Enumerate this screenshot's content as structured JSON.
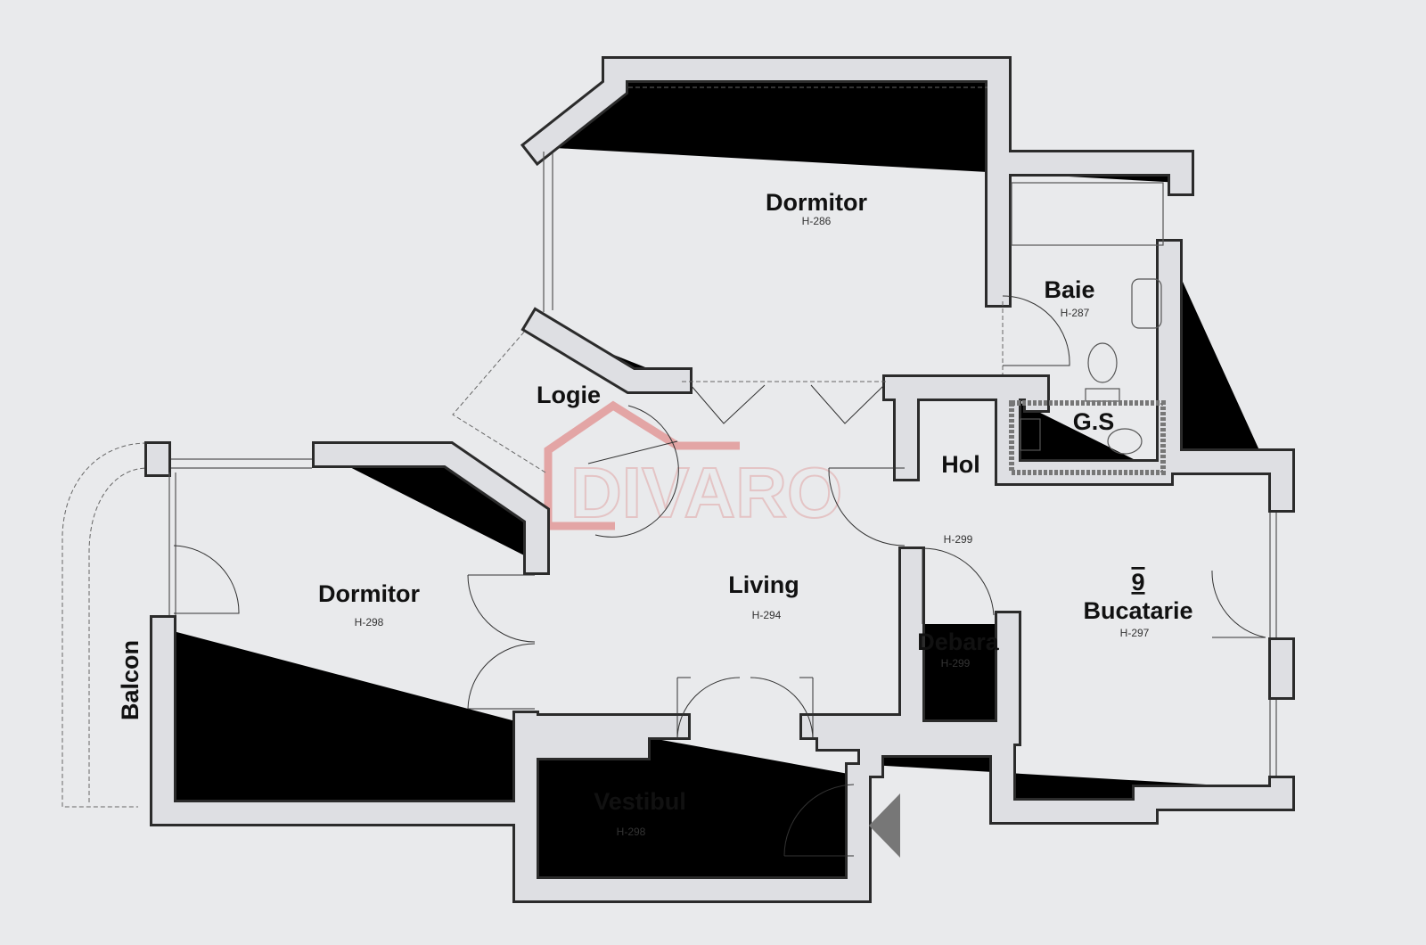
{
  "rooms": {
    "dormitor_top": {
      "name": "Dormitor",
      "height": "H-286"
    },
    "baie": {
      "name": "Baie",
      "height": "H-287"
    },
    "logie": {
      "name": "Logie"
    },
    "gs": {
      "name": "G.S"
    },
    "hol": {
      "name": "Hol",
      "height": "H-299"
    },
    "dormitor_left": {
      "name": "Dormitor",
      "height": "H-298"
    },
    "living": {
      "name": "Living",
      "height": "H-294"
    },
    "debara": {
      "name": "Debara",
      "height": "H-299"
    },
    "bucatarie": {
      "name": "Bucatarie",
      "height": "H-297",
      "number": "9"
    },
    "vestibul": {
      "name": "Vestibul",
      "height": "H-298"
    },
    "balcon": {
      "name": "Balcon"
    }
  },
  "watermark": "DIVARO",
  "colors": {
    "wall_fill": "#dedfe3",
    "wall_edge": "#2b2b2b",
    "watermark": "#e3a5a5",
    "entrance": "#777777"
  }
}
